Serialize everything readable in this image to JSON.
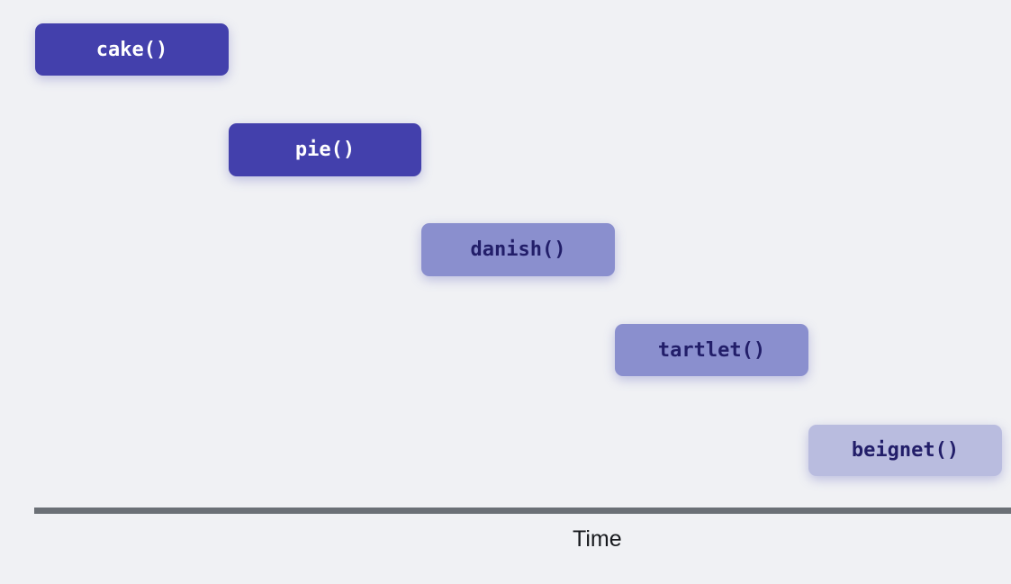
{
  "diagram": {
    "background": "#f0f1f4",
    "axis": {
      "label": "Time",
      "color": "#6b7076",
      "label_color": "#17191d"
    },
    "calls": [
      {
        "order": 1,
        "label": "cake()",
        "bg": "#4340ac",
        "text_color": "#ffffff"
      },
      {
        "order": 2,
        "label": "pie()",
        "bg": "#4340ac",
        "text_color": "#ffffff"
      },
      {
        "order": 3,
        "label": "danish()",
        "bg": "#8a8fce",
        "text_color": "#221e69"
      },
      {
        "order": 4,
        "label": "tartlet()",
        "bg": "#8a8fce",
        "text_color": "#221e69"
      },
      {
        "order": 5,
        "label": "beignet()",
        "bg": "#b9bcdf",
        "text_color": "#221e69"
      }
    ]
  }
}
